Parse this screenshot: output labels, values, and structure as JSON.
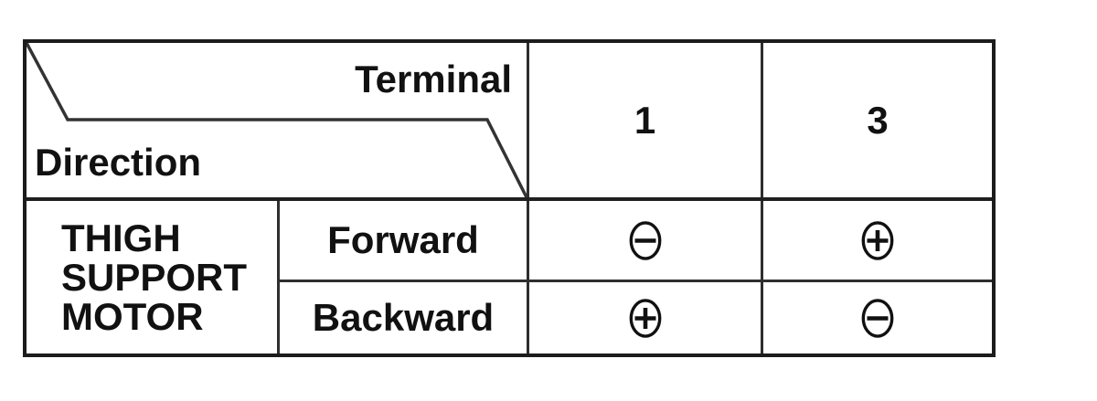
{
  "table": {
    "header": {
      "corner_top_label": "Terminal",
      "corner_bottom_label": "Direction",
      "terminal_columns": [
        "1",
        "3"
      ]
    },
    "body": {
      "row_group_label": "THIGH SUPPORT MOTOR",
      "rows": [
        {
          "direction": "Forward",
          "values": [
            "minus",
            "plus"
          ]
        },
        {
          "direction": "Backward",
          "values": [
            "plus",
            "minus"
          ]
        }
      ]
    },
    "colors": {
      "line": "#1c1c1c",
      "text": "#111111",
      "background": "#ffffff"
    }
  },
  "chart_data": {
    "type": "table",
    "title": "",
    "corner_labels": [
      "Terminal",
      "Direction"
    ],
    "columns": [
      "Terminal 1",
      "Terminal 3"
    ],
    "row_group": "THIGH SUPPORT MOTOR",
    "rows": [
      {
        "direction": "Forward",
        "terminal_1": "minus",
        "terminal_3": "plus"
      },
      {
        "direction": "Backward",
        "terminal_1": "plus",
        "terminal_3": "minus"
      }
    ]
  }
}
